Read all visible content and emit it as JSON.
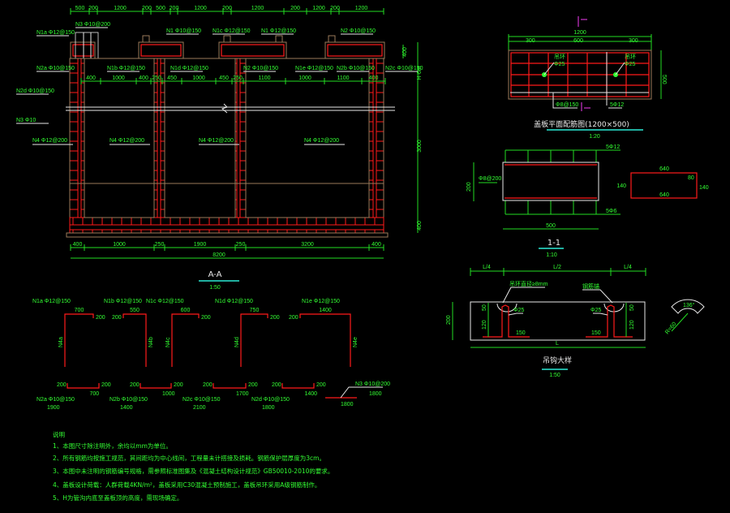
{
  "section_aa": {
    "title": "A-A",
    "scale": "1:50",
    "top_dims": [
      "500",
      "200",
      "1200",
      "200",
      "500",
      "200",
      "1200",
      "200",
      "1200",
      "200",
      "1200",
      "200",
      "1200"
    ],
    "inner_dims": [
      "400",
      "1000",
      "400",
      "250",
      "450",
      "1000",
      "450",
      "250",
      "1100",
      "1000",
      "1100",
      "400"
    ],
    "bottom_dims": [
      "400",
      "1000",
      "250",
      "1900",
      "250",
      "3200",
      "400"
    ],
    "total_dim": "8200",
    "right_dims": [
      "400",
      "H-6m",
      "3000",
      "400"
    ],
    "rebar_labels": [
      "N1a Φ12@150",
      "N3 Φ10@200",
      "N2a Φ10@150",
      "N1 Φ10@150",
      "N1b Φ12@150",
      "N1c Φ12@150",
      "N1 Φ12@150",
      "N1d Φ12@150",
      "N1e Φ12@150",
      "N2 Φ10@150",
      "N2b Φ10@150",
      "N2c Φ10@150",
      "N2 Φ10@150",
      "N2d Φ10@150",
      "N3 Φ10"
    ],
    "wall_labels": [
      "N4 Φ12@200",
      "N4 Φ12@200",
      "N4 Φ12@200",
      "N4 Φ12@200"
    ]
  },
  "rebar_shapes": {
    "top": [
      {
        "label": "N1a Φ12@150",
        "len": "700",
        "hook": "200",
        "side": "N4a"
      },
      {
        "label": "N1b Φ12@150",
        "len": "550",
        "hook": "200",
        "side": "N4b"
      },
      {
        "label": "N1c Φ12@150",
        "len": "600",
        "hook": "200",
        "side": "N4c"
      },
      {
        "label": "N1d Φ12@150",
        "len": "750",
        "hook": "200",
        "side": "N4d"
      },
      {
        "label": "N1e Φ12@150",
        "len": "1400",
        "hook": "200",
        "side": "N4e"
      }
    ],
    "bottom": [
      {
        "label": "N2a Φ10@150",
        "len": "700",
        "hook": "200",
        "total": "1900"
      },
      {
        "label": "N2b Φ10@150",
        "len": "1000",
        "hook": "200",
        "total": "1400"
      },
      {
        "label": "N2c Φ10@150",
        "len": "1700",
        "hook": "200",
        "total": "2100"
      },
      {
        "label": "N2d Φ10@150",
        "len": "1400",
        "hook": "200",
        "total": "1800"
      }
    ],
    "straight": {
      "label": "N3 Φ10@200",
      "len": "1800",
      "total": "1800"
    }
  },
  "cover_plan": {
    "title": "盖板平面配筋图(1200×500)",
    "scale": "1:20",
    "dims": {
      "total": "1200",
      "left": "300",
      "mid": "600",
      "right": "300",
      "height": "500"
    },
    "labels": [
      "吊环",
      "Φ25",
      "吊环",
      "Φ25",
      "Φ8@150",
      "5Φ12"
    ],
    "section_mark": "1"
  },
  "section_11": {
    "title": "1-1",
    "scale": "1:10",
    "dims": {
      "height": "200",
      "width": "500"
    },
    "labels": [
      "5Φ12",
      "Φ8@200",
      "5Φ6"
    ],
    "stirrup_dims": [
      "640",
      "140",
      "140",
      "640",
      "80"
    ]
  },
  "hook_detail": {
    "title": "吊钩大样",
    "scale": "1:50",
    "dims": {
      "q1": "L/4",
      "half": "L/2",
      "q2": "L/4",
      "total": "L",
      "height": "200",
      "top1": "50",
      "mid1": "120",
      "top2": "50",
      "mid2": "120",
      "foot1": "150",
      "foot2": "150"
    },
    "labels": [
      "吊环直径≥8mm",
      "钢筋锚",
      "Φ25",
      "Φ25"
    ],
    "arc": {
      "angle": "136°",
      "radius": "R=60"
    }
  },
  "notes": {
    "heading": "说明",
    "items": [
      "1、本图尺寸除注明外，余均以mm为单位。",
      "2、所有钢筋均按施工规范，其间距均为中心线间，工程量未计搭接及损耗。钢筋保护层厚度为3cm。",
      "3、本图中未注明的钢筋编号规格，需参照标准图集及《混凝土结构设计规范》GB50010-2010的要求。",
      "4、盖板设计荷载：人群荷载4KN/m²，盖板采用C30混凝土预制施工，盖板吊环采用A级钢筋制作。",
      "5、H为管沟内底至盖板顶的高度，需现场确定。"
    ]
  },
  "colors": {
    "background": "#000000",
    "dimension": "#22dd22",
    "rebar": "#ff1a1a",
    "concrete": "#9a7a5a",
    "text": "#33ff33"
  }
}
